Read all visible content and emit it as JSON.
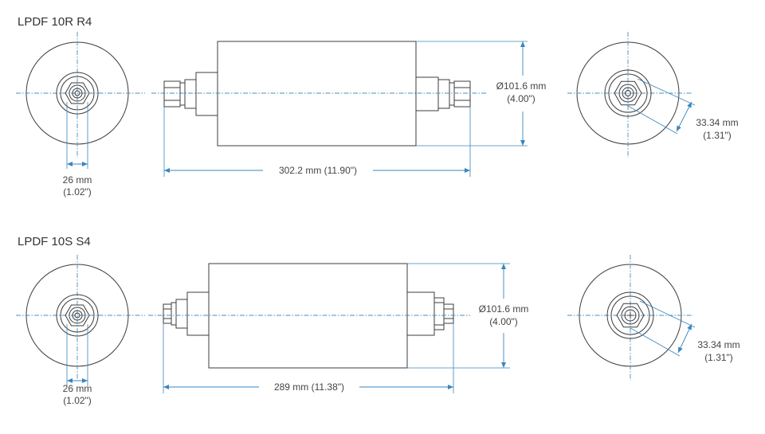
{
  "models": [
    {
      "title": "LPDF 10R R4",
      "width_value": "26 mm",
      "width_inch": "(1.02\")",
      "length_value": "302.2 mm (11.90\")",
      "diameter_value": "Ø101.6 mm",
      "diameter_inch": "(4.00\")",
      "hex_value": "33.34 mm",
      "hex_inch": "(1.31\")"
    },
    {
      "title": "LPDF 10S S4",
      "width_value": "26 mm",
      "width_inch": "(1.02\")",
      "length_value": "289 mm (11.38\")",
      "diameter_value": "Ø101.6 mm",
      "diameter_inch": "(4.00\")",
      "hex_value": "33.34 mm",
      "hex_inch": "(1.31\")"
    }
  ],
  "colors": {
    "outline": "#3c3c3c",
    "dimension": "#3a86bd",
    "text": "#444444"
  }
}
